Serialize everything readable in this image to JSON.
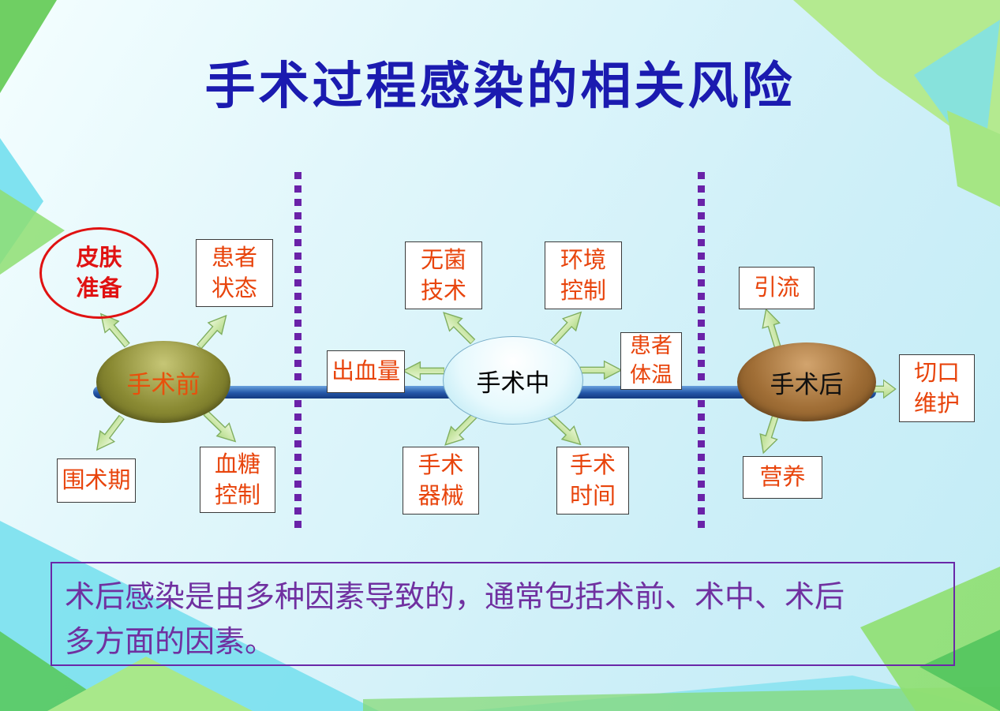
{
  "title": "手术过程感染的相关风险",
  "phases": {
    "pre": "手术前",
    "intra": "手术中",
    "post": "手术后"
  },
  "factors": {
    "skin_prep": "皮肤\n准备",
    "patient_status": "患者\n状态",
    "perioperative": "围术期",
    "glucose_control": "血糖\n控制",
    "aseptic_technique": "无菌\n技术",
    "environment_control": "环境\n控制",
    "blood_loss": "出血量",
    "patient_temperature": "患者\n体温",
    "instruments": "手术\n器械",
    "operation_duration": "手术\n时间",
    "drainage": "引流",
    "nutrition": "营养",
    "incision_care": "切口\n维护"
  },
  "footer": "术后感染是由多种因素导致的，通常包括术前、术中、术后\n多方面的因素。",
  "colors": {
    "title_blue": "#1b1bb0",
    "factor_text_red": "#e8440c",
    "highlight_red": "#e01212",
    "accent_purple": "#7030a0",
    "timeline_blue": "#2457a8",
    "arrow_green": "#cfe9ad"
  }
}
